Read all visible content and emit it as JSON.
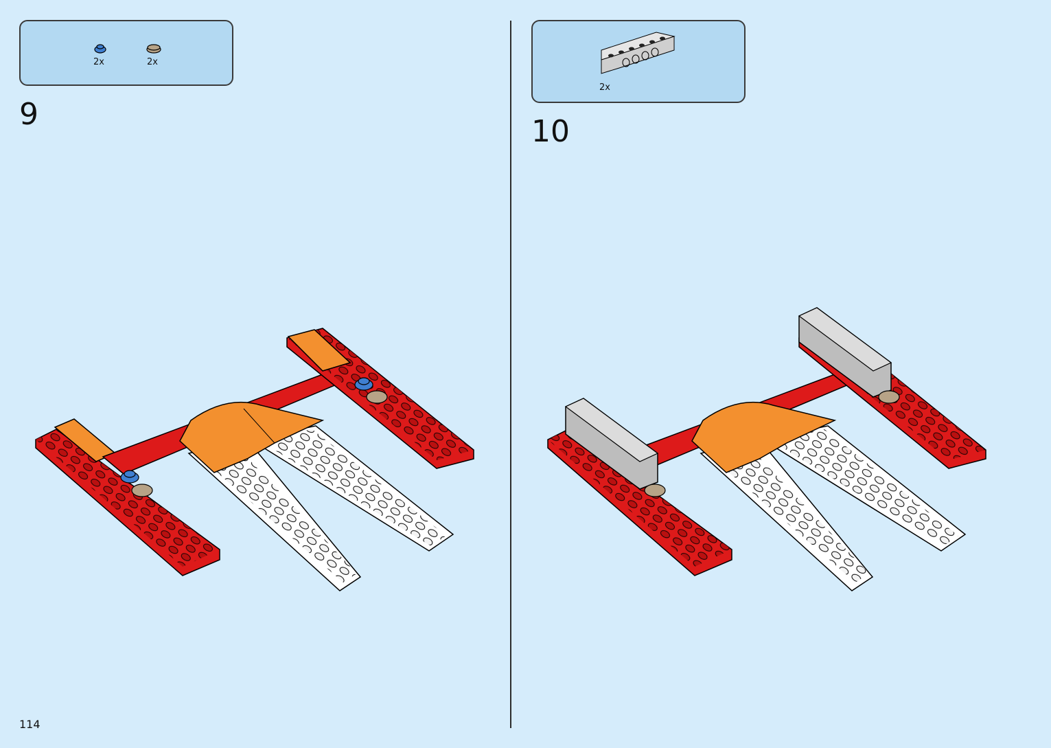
{
  "page": {
    "number": "114"
  },
  "colors": {
    "background": "#d5ecfb",
    "parts_box": "#b3d9f2",
    "red": "#dd1a1a",
    "orange": "#f3902f",
    "white": "#ffffff",
    "gray": "#bdbdbd",
    "blue": "#3f7fd0",
    "tan": "#b7a387"
  },
  "steps": [
    {
      "number": "9",
      "parts": [
        {
          "icon": "blue-round-plate-1x1",
          "quantity": "2x"
        },
        {
          "icon": "tan-round-plate-1x1",
          "quantity": "2x"
        }
      ]
    },
    {
      "number": "10",
      "parts": [
        {
          "icon": "light-gray-technic-brick-1x6",
          "quantity": "2x"
        }
      ]
    }
  ]
}
